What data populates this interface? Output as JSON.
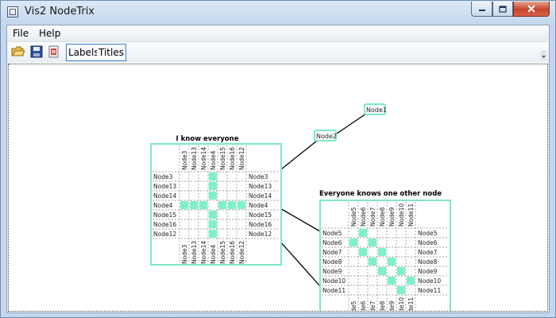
{
  "window": {
    "title": "Vis2 NodeTrix"
  },
  "titlebar_buttons": {
    "minimize_icon": "minimize-icon",
    "maximize_icon": "maximize-icon",
    "close_icon": "close-icon"
  },
  "menu": {
    "items": [
      "File",
      "Help"
    ]
  },
  "toolbar": {
    "icons": [
      "open-folder-icon",
      "save-disk-icon",
      "export-icon"
    ],
    "labels_toggle": "Labels",
    "titles_toggle": "Titles"
  },
  "colors": {
    "accent": "#7de8c8",
    "fill": "#7ff0cc",
    "edge": "#000000",
    "grid": "#888888"
  },
  "graph": {
    "nodes": [
      {
        "id": "node1",
        "label": "Node1"
      },
      {
        "id": "node2",
        "label": "Node2"
      }
    ],
    "matrices": [
      {
        "id": "matrix-a",
        "title": "I know everyone",
        "labels": [
          "Node3",
          "Node13",
          "Node14",
          "Node4",
          "Node15",
          "Node16",
          "Node12"
        ],
        "connections": [
          [
            3,
            0
          ],
          [
            3,
            1
          ],
          [
            3,
            2
          ],
          [
            3,
            4
          ],
          [
            3,
            5
          ],
          [
            3,
            6
          ]
        ]
      },
      {
        "id": "matrix-b",
        "title": "Everyone knows one other node",
        "labels": [
          "Node5",
          "Node6",
          "Node7",
          "Node8",
          "Node9",
          "Node10",
          "Node11"
        ],
        "connections": [
          [
            0,
            1
          ],
          [
            1,
            2
          ],
          [
            2,
            3
          ],
          [
            3,
            4
          ],
          [
            4,
            5
          ],
          [
            5,
            6
          ]
        ]
      }
    ]
  }
}
